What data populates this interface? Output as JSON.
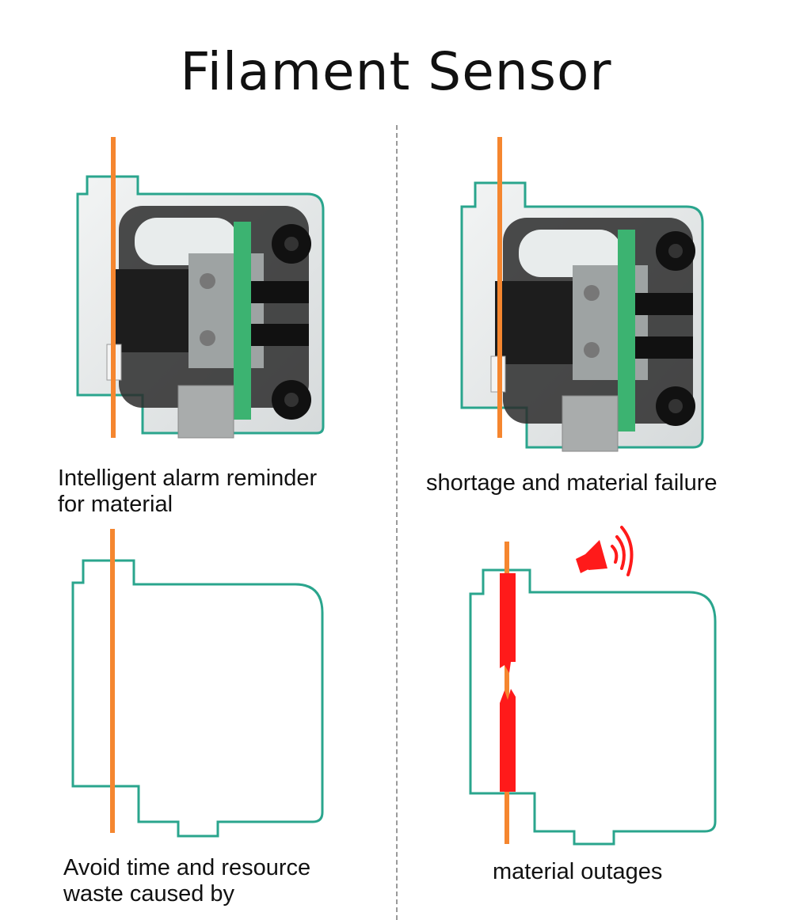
{
  "title": "Filament Sensor",
  "captions": {
    "top_left": "Intelligent alarm reminder\nfor material",
    "top_right": "shortage and material failure",
    "bottom_left": "Avoid time and resource\nwaste caused by",
    "bottom_right": "material outages"
  },
  "colors": {
    "filament": "#f5862f",
    "outline": "#2aa58d",
    "pcb": "#3cb371",
    "alarm": "#ff1a1a",
    "text": "#111111"
  },
  "icons": {
    "alarm": "speaker-alarm-icon"
  }
}
